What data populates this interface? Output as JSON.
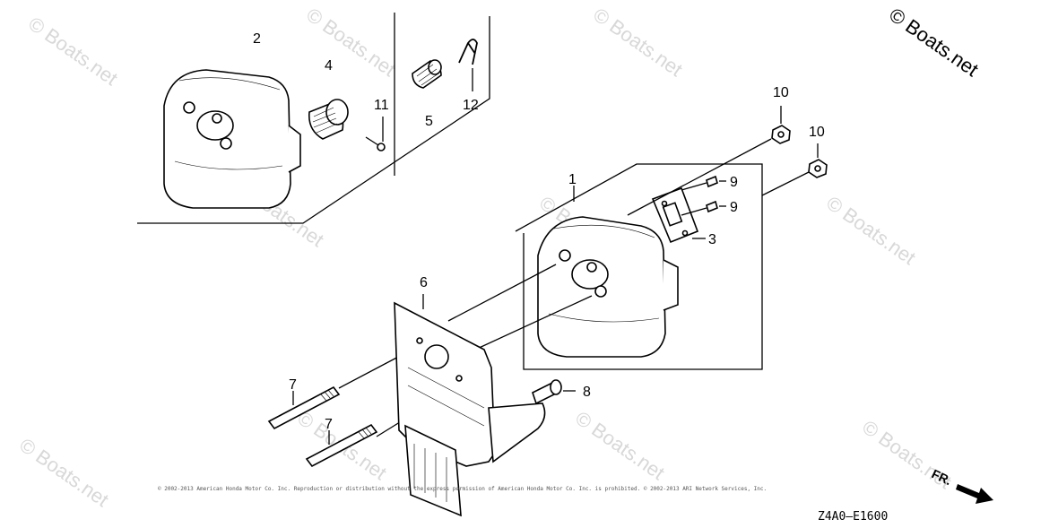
{
  "copyright_badge": "© Boats.net",
  "watermark_text": "© Boats.net",
  "footer_copyright": "© 2002-2013 American Honda Motor Co. Inc. Reproduction or distribution without the express permission of American Honda Motor Co. Inc. is prohibited. © 2002-2013 ARI Network Services, Inc.",
  "diagram_code": "Z4A0—E1600",
  "front_indicator": "FR.",
  "callouts": {
    "c1": "1",
    "c2": "2",
    "c3": "3",
    "c4": "4",
    "c5": "5",
    "c6": "6",
    "c7a": "7",
    "c7b": "7",
    "c8": "8",
    "c9a": "9",
    "c9b": "9",
    "c10a": "10",
    "c10b": "10",
    "c11": "11",
    "c12": "12"
  }
}
